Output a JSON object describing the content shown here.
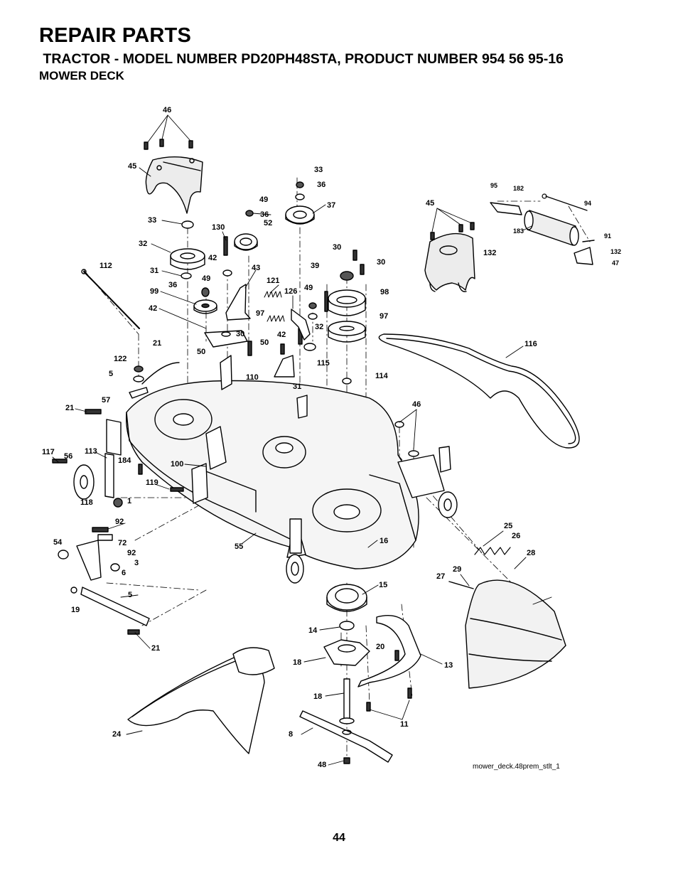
{
  "header": {
    "title": "REPAIR PARTS",
    "subtitle": " TRACTOR - MODEL NUMBER PD20PH48STA, PRODUCT NUMBER 954 56 95-16",
    "section": "MOWER DECK"
  },
  "diagram": {
    "file_name": "mower_deck.48prem_stlt_1",
    "callouts": [
      "46",
      "45",
      "33",
      "32",
      "31",
      "36",
      "99",
      "42",
      "112",
      "49",
      "130",
      "42",
      "36",
      "52",
      "49",
      "36",
      "37",
      "43",
      "121",
      "126",
      "49",
      "33",
      "30",
      "30",
      "39",
      "98",
      "97",
      "30",
      "50",
      "42",
      "32",
      "97",
      "115",
      "50",
      "110",
      "31",
      "114",
      "21",
      "122",
      "5",
      "57",
      "21",
      "46",
      "45",
      "132",
      "95",
      "182",
      "94",
      "183",
      "91",
      "132",
      "47",
      "116",
      "117",
      "56",
      "113",
      "184",
      "100",
      "119",
      "118",
      "1",
      "55",
      "92",
      "54",
      "72",
      "92",
      "3",
      "6",
      "5",
      "19",
      "21",
      "16",
      "15",
      "14",
      "18",
      "20",
      "13",
      "18",
      "11",
      "8",
      "48",
      "24",
      "25",
      "26",
      "28",
      "29",
      "27"
    ]
  },
  "page_number": "44"
}
